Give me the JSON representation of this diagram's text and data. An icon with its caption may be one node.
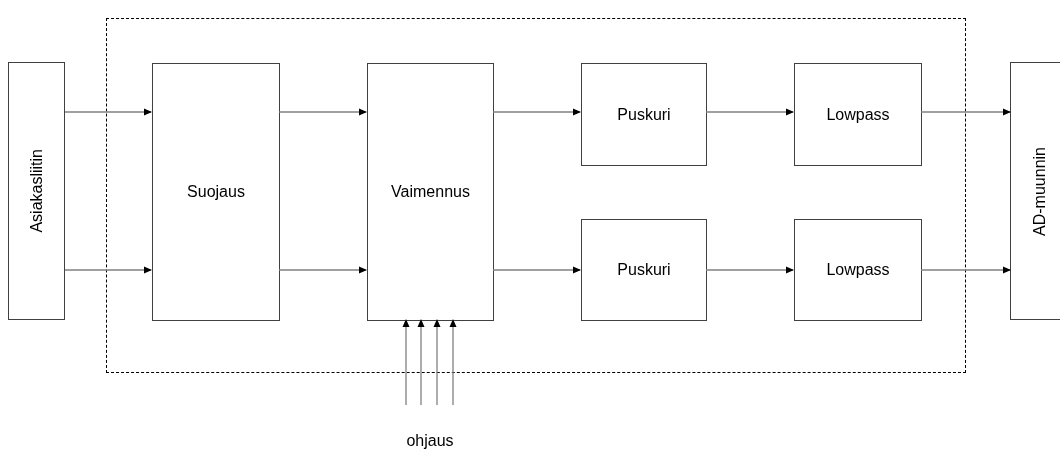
{
  "diagram": {
    "nodes": [
      {
        "text": [
          "Asiakasliitin"
        ]
      },
      {
        "text": [],
        "shape": "box"
      },
      {
        "text": [
          "Suojaus"
        ],
        "in": 1
      },
      {
        "text": [
          "Vaimennus"
        ],
        "in": 1
      },
      {
        "text": [
          "Puskuri"
        ],
        "in": 1
      },
      {
        "text": [
          "Lowpass"
        ],
        "in": 1
      },
      {
        "text": [
          "Puskuri"
        ],
        "in": 1
      },
      {
        "text": [
          "Lowpass"
        ],
        "in": 1
      },
      {
        "text": [
          "AD-muunnin"
        ]
      },
      {
        "text": [
          "ohjaus"
        ]
      }
    ],
    "edges": [
      {
        "from": 0,
        "to": 2,
        "arrow": "to"
      },
      {
        "from": 0,
        "to": 2,
        "arrow": "to"
      },
      {
        "from": 2,
        "to": 3,
        "arrow": "to"
      },
      {
        "from": 2,
        "to": 3,
        "arrow": "to"
      },
      {
        "from": 3,
        "to": 4,
        "arrow": "to"
      },
      {
        "from": 3,
        "to": 6,
        "arrow": "to"
      },
      {
        "from": 4,
        "to": 5,
        "arrow": "to"
      },
      {
        "from": 6,
        "to": 7,
        "arrow": "to"
      },
      {
        "from": 5,
        "to": 8,
        "arrow": "to"
      },
      {
        "from": 7,
        "to": 8,
        "arrow": "to"
      },
      {
        "from": 9,
        "to": 3,
        "arrow": "to"
      },
      {
        "from": 9,
        "to": 3,
        "arrow": "to"
      },
      {
        "from": 9,
        "to": 3,
        "arrow": "to"
      },
      {
        "from": 9,
        "to": 3,
        "arrow": "to"
      }
    ]
  }
}
